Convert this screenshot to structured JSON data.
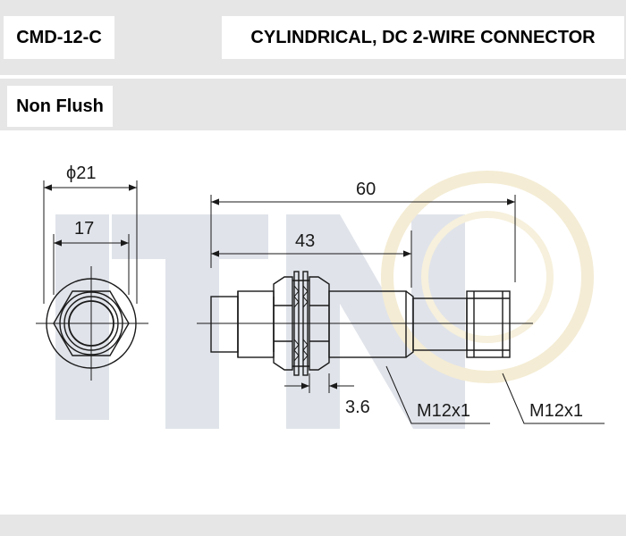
{
  "header": {
    "model": "CMD-12-C",
    "description": "CYLINDRICAL, DC 2-WIRE CONNECTOR",
    "mounting": "Non Flush"
  },
  "drawing": {
    "front_view": {
      "outer_diameter_label": "ϕ21",
      "across_flats_label": "17"
    },
    "side_view": {
      "total_length_label": "60",
      "thread_length_label": "43",
      "nut_thickness_label": "3.6",
      "body_thread_label": "M12x1",
      "connector_thread_label": "M12x1"
    }
  },
  "colors": {
    "line": "#1a1a1a",
    "panel": "#e6e6e6",
    "watermark": "#dde1e8",
    "watermark_logo": "#f3ead0"
  }
}
